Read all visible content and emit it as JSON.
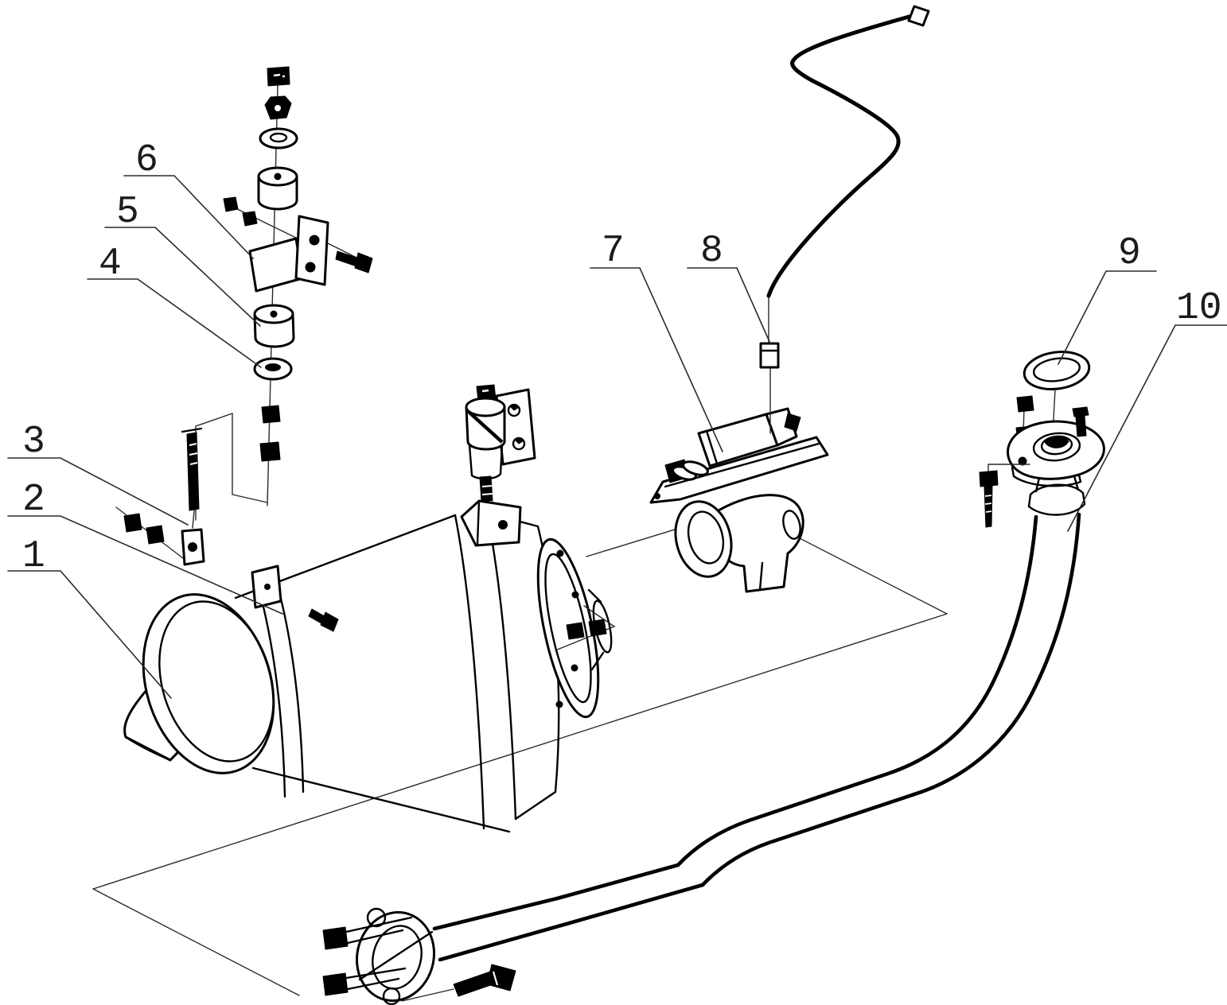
{
  "page": {
    "background_color": "#ffffff",
    "ink_color": "#000000",
    "label_color": "#1c1c1c"
  },
  "diagram": {
    "type": "exploded-parts-line-drawing",
    "subject": "exhaust-muffler-and-front-pipe-assembly",
    "callouts": [
      {
        "number": "1",
        "target": "muffler-outlet-tip"
      },
      {
        "number": "2",
        "target": "muffler-band-clamp"
      },
      {
        "number": "3",
        "target": "hanger-rod-bolt"
      },
      {
        "number": "4",
        "target": "washer"
      },
      {
        "number": "5",
        "target": "rubber-bushing"
      },
      {
        "number": "6",
        "target": "mounting-bracket"
      },
      {
        "number": "7",
        "target": "actuator-cylinder"
      },
      {
        "number": "8",
        "target": "control-cable"
      },
      {
        "number": "9",
        "target": "flange-gasket"
      },
      {
        "number": "10",
        "target": "exhaust-front-pipe"
      }
    ]
  }
}
